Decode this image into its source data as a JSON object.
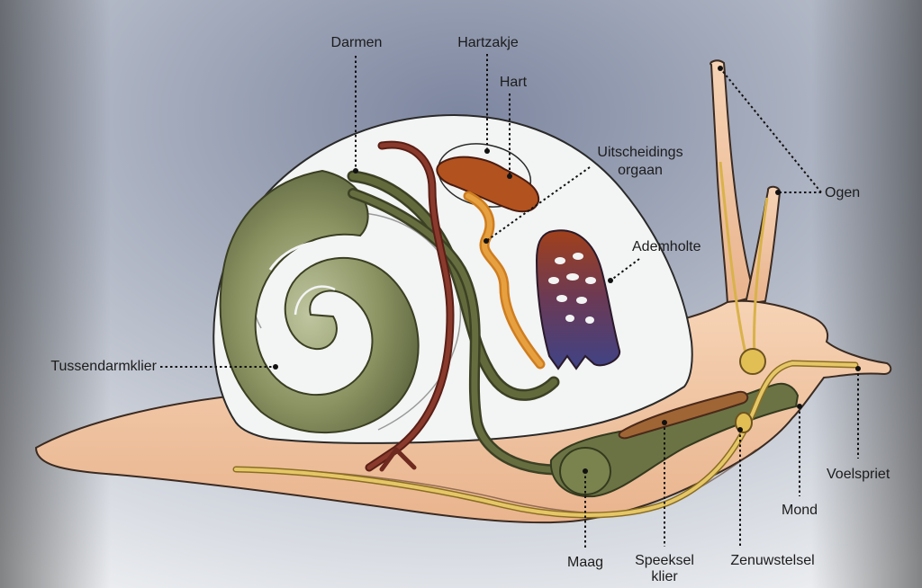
{
  "labels": {
    "darmen": "Darmen",
    "hartzakje": "Hartzakje",
    "hart": "Hart",
    "uitscheidings_line1": "Uitscheidings",
    "uitscheidings_line2": "orgaan",
    "ogen": "Ogen",
    "ademholte": "Ademholte",
    "tussendarmklier": "Tussendarmklier",
    "voelspriet": "Voelspriet",
    "mond": "Mond",
    "maag": "Maag",
    "speeksel_line1": "Speeksel",
    "speeksel_line2": "klier",
    "zenuwstelsel": "Zenuwstelsel"
  },
  "colors": {
    "background_top": "#8b93a8",
    "background_bottom": "#e6e8ec",
    "shell": "#f2f3f3",
    "body": "#f1c7a6",
    "gland": "#7b8355",
    "intestine": "#4a4f2e",
    "heart": "#b2521f",
    "kidney": "#d0821c",
    "lung": "#4d4a82",
    "nerve": "#d9b24a",
    "vessel": "#6e2a1f"
  }
}
